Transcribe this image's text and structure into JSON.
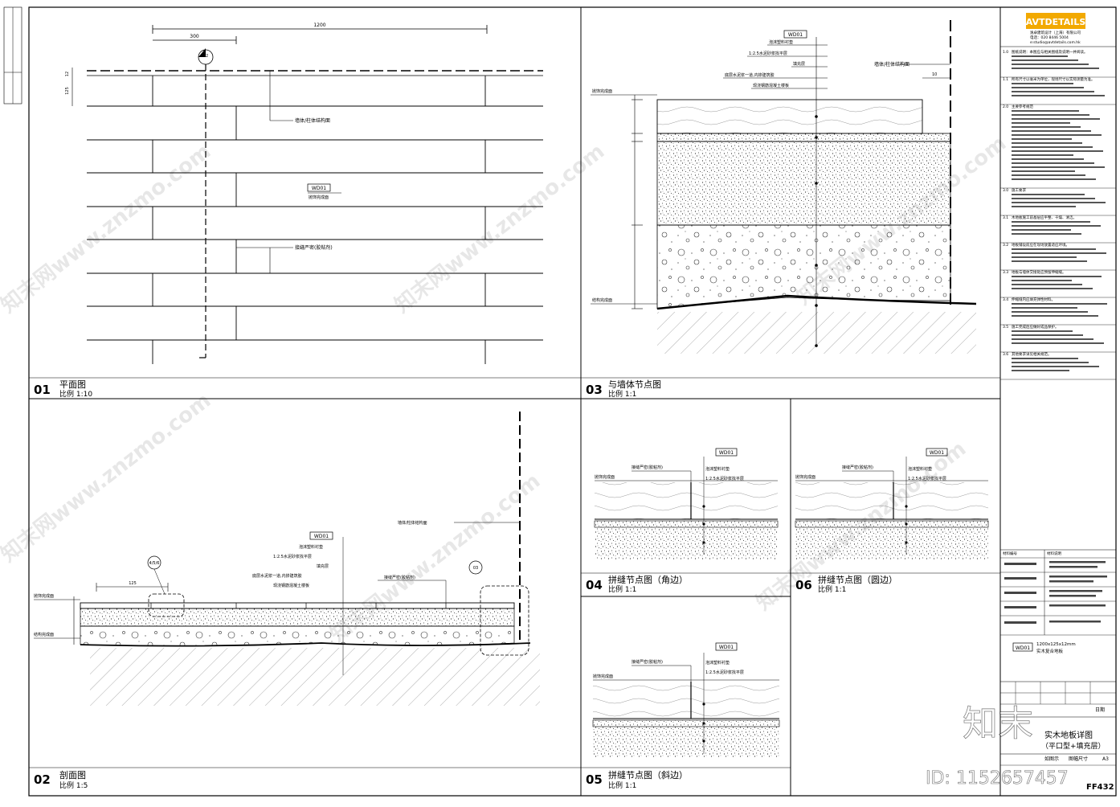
{
  "title_block": {
    "brand": "AVTDETAILS",
    "brand_sub": "逸卓建筑设计（上海）有限公司",
    "phone": "电话：020 8446 5004",
    "email": "e:studio@avtdetails.com.hk",
    "legend_code": "WD01",
    "legend_size": "1200x125x12mm",
    "legend_desc": "实木复合地板",
    "drawing_name": "实木地板详图",
    "drawing_sub": "（平口型+填充层）",
    "scale_label": "如图示",
    "paper_label": "图幅尺寸",
    "paper_size": "A3",
    "date_label": "日期",
    "drawing_no": "FF432",
    "notes": [
      {
        "no": "1.0",
        "text": "图纸说明：本图应与相关图纸及说明一并阅读。"
      },
      {
        "no": "1.1",
        "text": "所有尺寸以毫米为单位，现场尺寸以实际测量为准。"
      },
      {
        "no": "2.0",
        "text": "主要参考规范"
      },
      {
        "no": "3.0",
        "text": "施工要求"
      },
      {
        "no": "3.1",
        "text": "木地板施工前基层应平整、干燥、清洁。"
      },
      {
        "no": "3.2",
        "text": "地板铺设前应在现场放置适应环境。"
      },
      {
        "no": "3.3",
        "text": "地板与墙体交接处应预留伸缩缝。"
      },
      {
        "no": "3.4",
        "text": "伸缩缝内应填充弹性材料。"
      },
      {
        "no": "3.5",
        "text": "施工完成后应做好成品保护。"
      },
      {
        "no": "3.6",
        "text": "其他要求详见相关规范。"
      }
    ],
    "materials_header": [
      "材料编号",
      "材料说明"
    ]
  },
  "views": {
    "plan": {
      "no": "01",
      "title": "平面图",
      "scale": "比例 1:10"
    },
    "section": {
      "no": "02",
      "title": "剖面图",
      "scale": "比例 1:5"
    },
    "wall_node": {
      "no": "03",
      "title": "与墙体节点图",
      "scale": "比例 1:1"
    },
    "seam_square": {
      "no": "04",
      "title": "拼缝节点图（角边）",
      "scale": "比例 1:1"
    },
    "seam_round": {
      "no": "06",
      "title": "拼缝节点图（圆边）",
      "scale": "比例 1:1"
    },
    "seam_bevel": {
      "no": "05",
      "title": "拼缝节点图（斜边）",
      "scale": "比例 1:1"
    }
  },
  "labels": {
    "code": "WD01",
    "wall_structure": "墙体/柱体结构面",
    "finished_surface": "抛饰完成面",
    "structure_surface": "结构完成面",
    "seam_sealant": "接缝严密(胶粘剂)",
    "foam_pad": "泡沫塑料衬垫",
    "mortar": "1:2.5水泥砂浆找平层",
    "filler": "填充层",
    "cement_slurry": "底层水泥浆一道,内掺建筑胶",
    "concrete_slab": "现浇钢筋混凝土楼板"
  },
  "dimensions": {
    "plan_total": "1200",
    "plan_part": "300",
    "plan_tag": "02",
    "plan_h1": "12",
    "plan_h2": "125",
    "wall_gap": "10",
    "sec_board": "125",
    "sec_tag1": "4/5/6",
    "sec_tag2": "03"
  },
  "watermark": "知末网www.znzmo.com",
  "footer": {
    "brand": "知末",
    "id": "ID: 1152657457"
  }
}
